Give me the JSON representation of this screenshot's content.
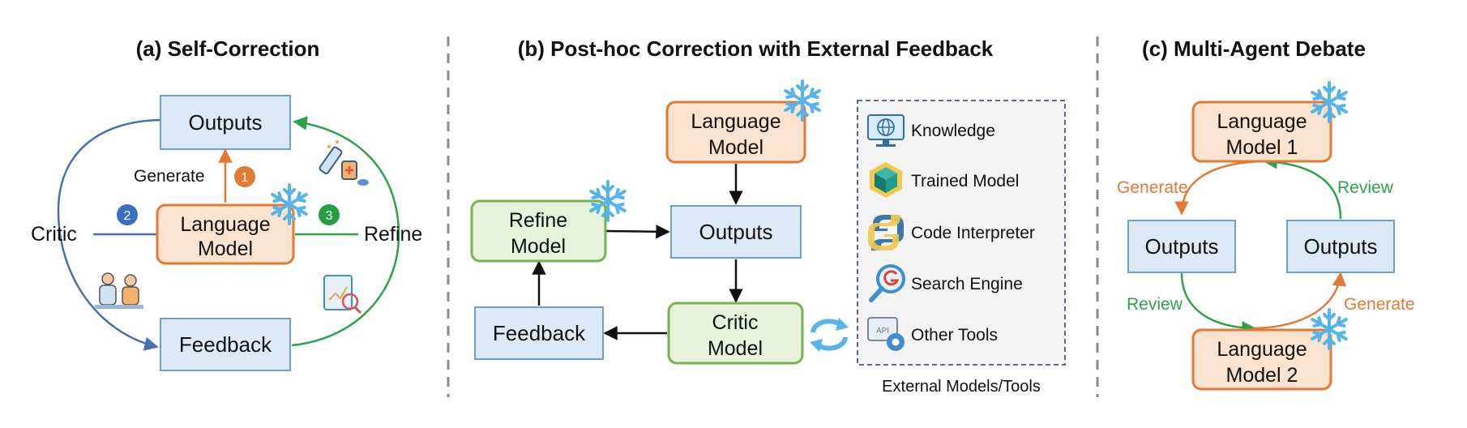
{
  "colors": {
    "blue_fill": "#dce9f6",
    "blue_stroke": "#6f9fd0",
    "orange_fill": "#fbe3d0",
    "orange_stroke": "#e27a35",
    "green_fill": "#e6f2d9",
    "green_stroke": "#77b254",
    "critic_line": "#4a6fae",
    "refine_line": "#2ea24a",
    "generate_line": "#e27a35",
    "badge1": "#e27a35",
    "badge2": "#3c6fc0",
    "badge3": "#22a043",
    "snow": "#58b3e8",
    "divider": "#8a8a8a"
  },
  "panel_a": {
    "title": "(a) Self-Correction",
    "outputs": "Outputs",
    "lm_line1": "Language",
    "lm_line2": "Model",
    "feedback": "Feedback",
    "generate": "Generate",
    "critic": "Critic",
    "refine": "Refine",
    "badge1": "1",
    "badge2": "2",
    "badge3": "3"
  },
  "panel_b": {
    "title": "(b) Post-hoc Correction with External Feedback",
    "lm_line1": "Language",
    "lm_line2": "Model",
    "outputs": "Outputs",
    "refine_line1": "Refine",
    "refine_line2": "Model",
    "critic_line1": "Critic",
    "critic_line2": "Model",
    "feedback": "Feedback",
    "tools": [
      {
        "label": "Knowledge",
        "icon": "monitor-globe-icon"
      },
      {
        "label": "Trained Model",
        "icon": "cube-icon"
      },
      {
        "label": "Code Interpreter",
        "icon": "python-icon"
      },
      {
        "label": "Search Engine",
        "icon": "search-google-icon"
      },
      {
        "label": "Other Tools",
        "icon": "api-gear-icon"
      }
    ],
    "tools_caption": "External Models/Tools"
  },
  "panel_c": {
    "title": "(c) Multi-Agent Debate",
    "lm1_line1": "Language",
    "lm1_line2": "Model 1",
    "lm2_line1": "Language",
    "lm2_line2": "Model 2",
    "outputs_left": "Outputs",
    "outputs_right": "Outputs",
    "generate_top": "Generate",
    "review_top": "Review",
    "review_bottom": "Review",
    "generate_bottom": "Generate"
  }
}
